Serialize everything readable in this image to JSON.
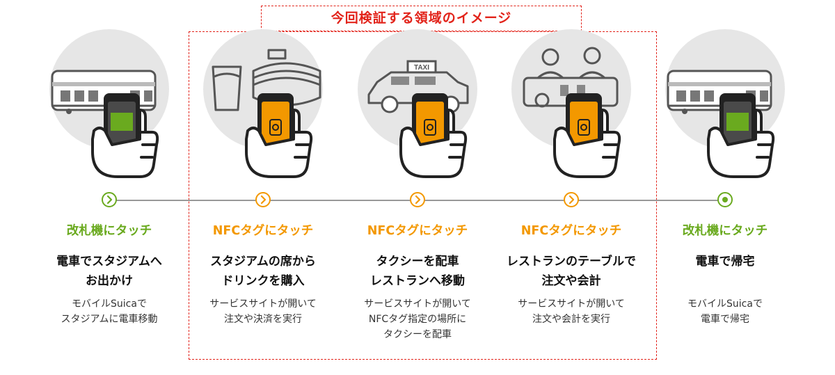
{
  "scope": {
    "label": "今回検証する領域のイメージ",
    "color": "#e2231a"
  },
  "colors": {
    "green": "#6aaa1f",
    "orange": "#f39800",
    "gray": "#999999"
  },
  "steps": [
    {
      "icon": "train-icon",
      "screen": "suica",
      "node": "arrow",
      "accent": "green",
      "tag": "改札機にタッチ",
      "title": [
        "電車でスタジアムへ",
        "お出かけ"
      ],
      "desc": [
        "モバイルSuicaで",
        "スタジアムに電車移動"
      ]
    },
    {
      "icon": "stadium-icon",
      "screen": "nfc",
      "node": "arrow",
      "accent": "orange",
      "tag": "NFCタグにタッチ",
      "title": [
        "スタジアムの席から",
        "ドリンクを購入"
      ],
      "desc": [
        "サービスサイトが開いて",
        "注文や決済を実行"
      ]
    },
    {
      "icon": "taxi-icon",
      "screen": "nfc",
      "node": "arrow",
      "accent": "orange",
      "taxi_sign": "TAXI",
      "tag": "NFCタグにタッチ",
      "title": [
        "タクシーを配車",
        "レストランへ移動"
      ],
      "desc": [
        "サービスサイトが開いて",
        "NFCタグ指定の場所に",
        "タクシーを配車"
      ]
    },
    {
      "icon": "restaurant-icon",
      "screen": "nfc",
      "node": "arrow",
      "accent": "orange",
      "tag": "NFCタグにタッチ",
      "title": [
        "レストランのテーブルで",
        "注文や会計"
      ],
      "desc": [
        "サービスサイトが開いて",
        "注文や会計を実行"
      ]
    },
    {
      "icon": "train-icon",
      "screen": "suica",
      "node": "dot",
      "accent": "green",
      "tag": "改札機にタッチ",
      "title": [
        "電車で帰宅"
      ],
      "desc": [
        "モバイルSuicaで",
        "電車で帰宅"
      ]
    }
  ]
}
